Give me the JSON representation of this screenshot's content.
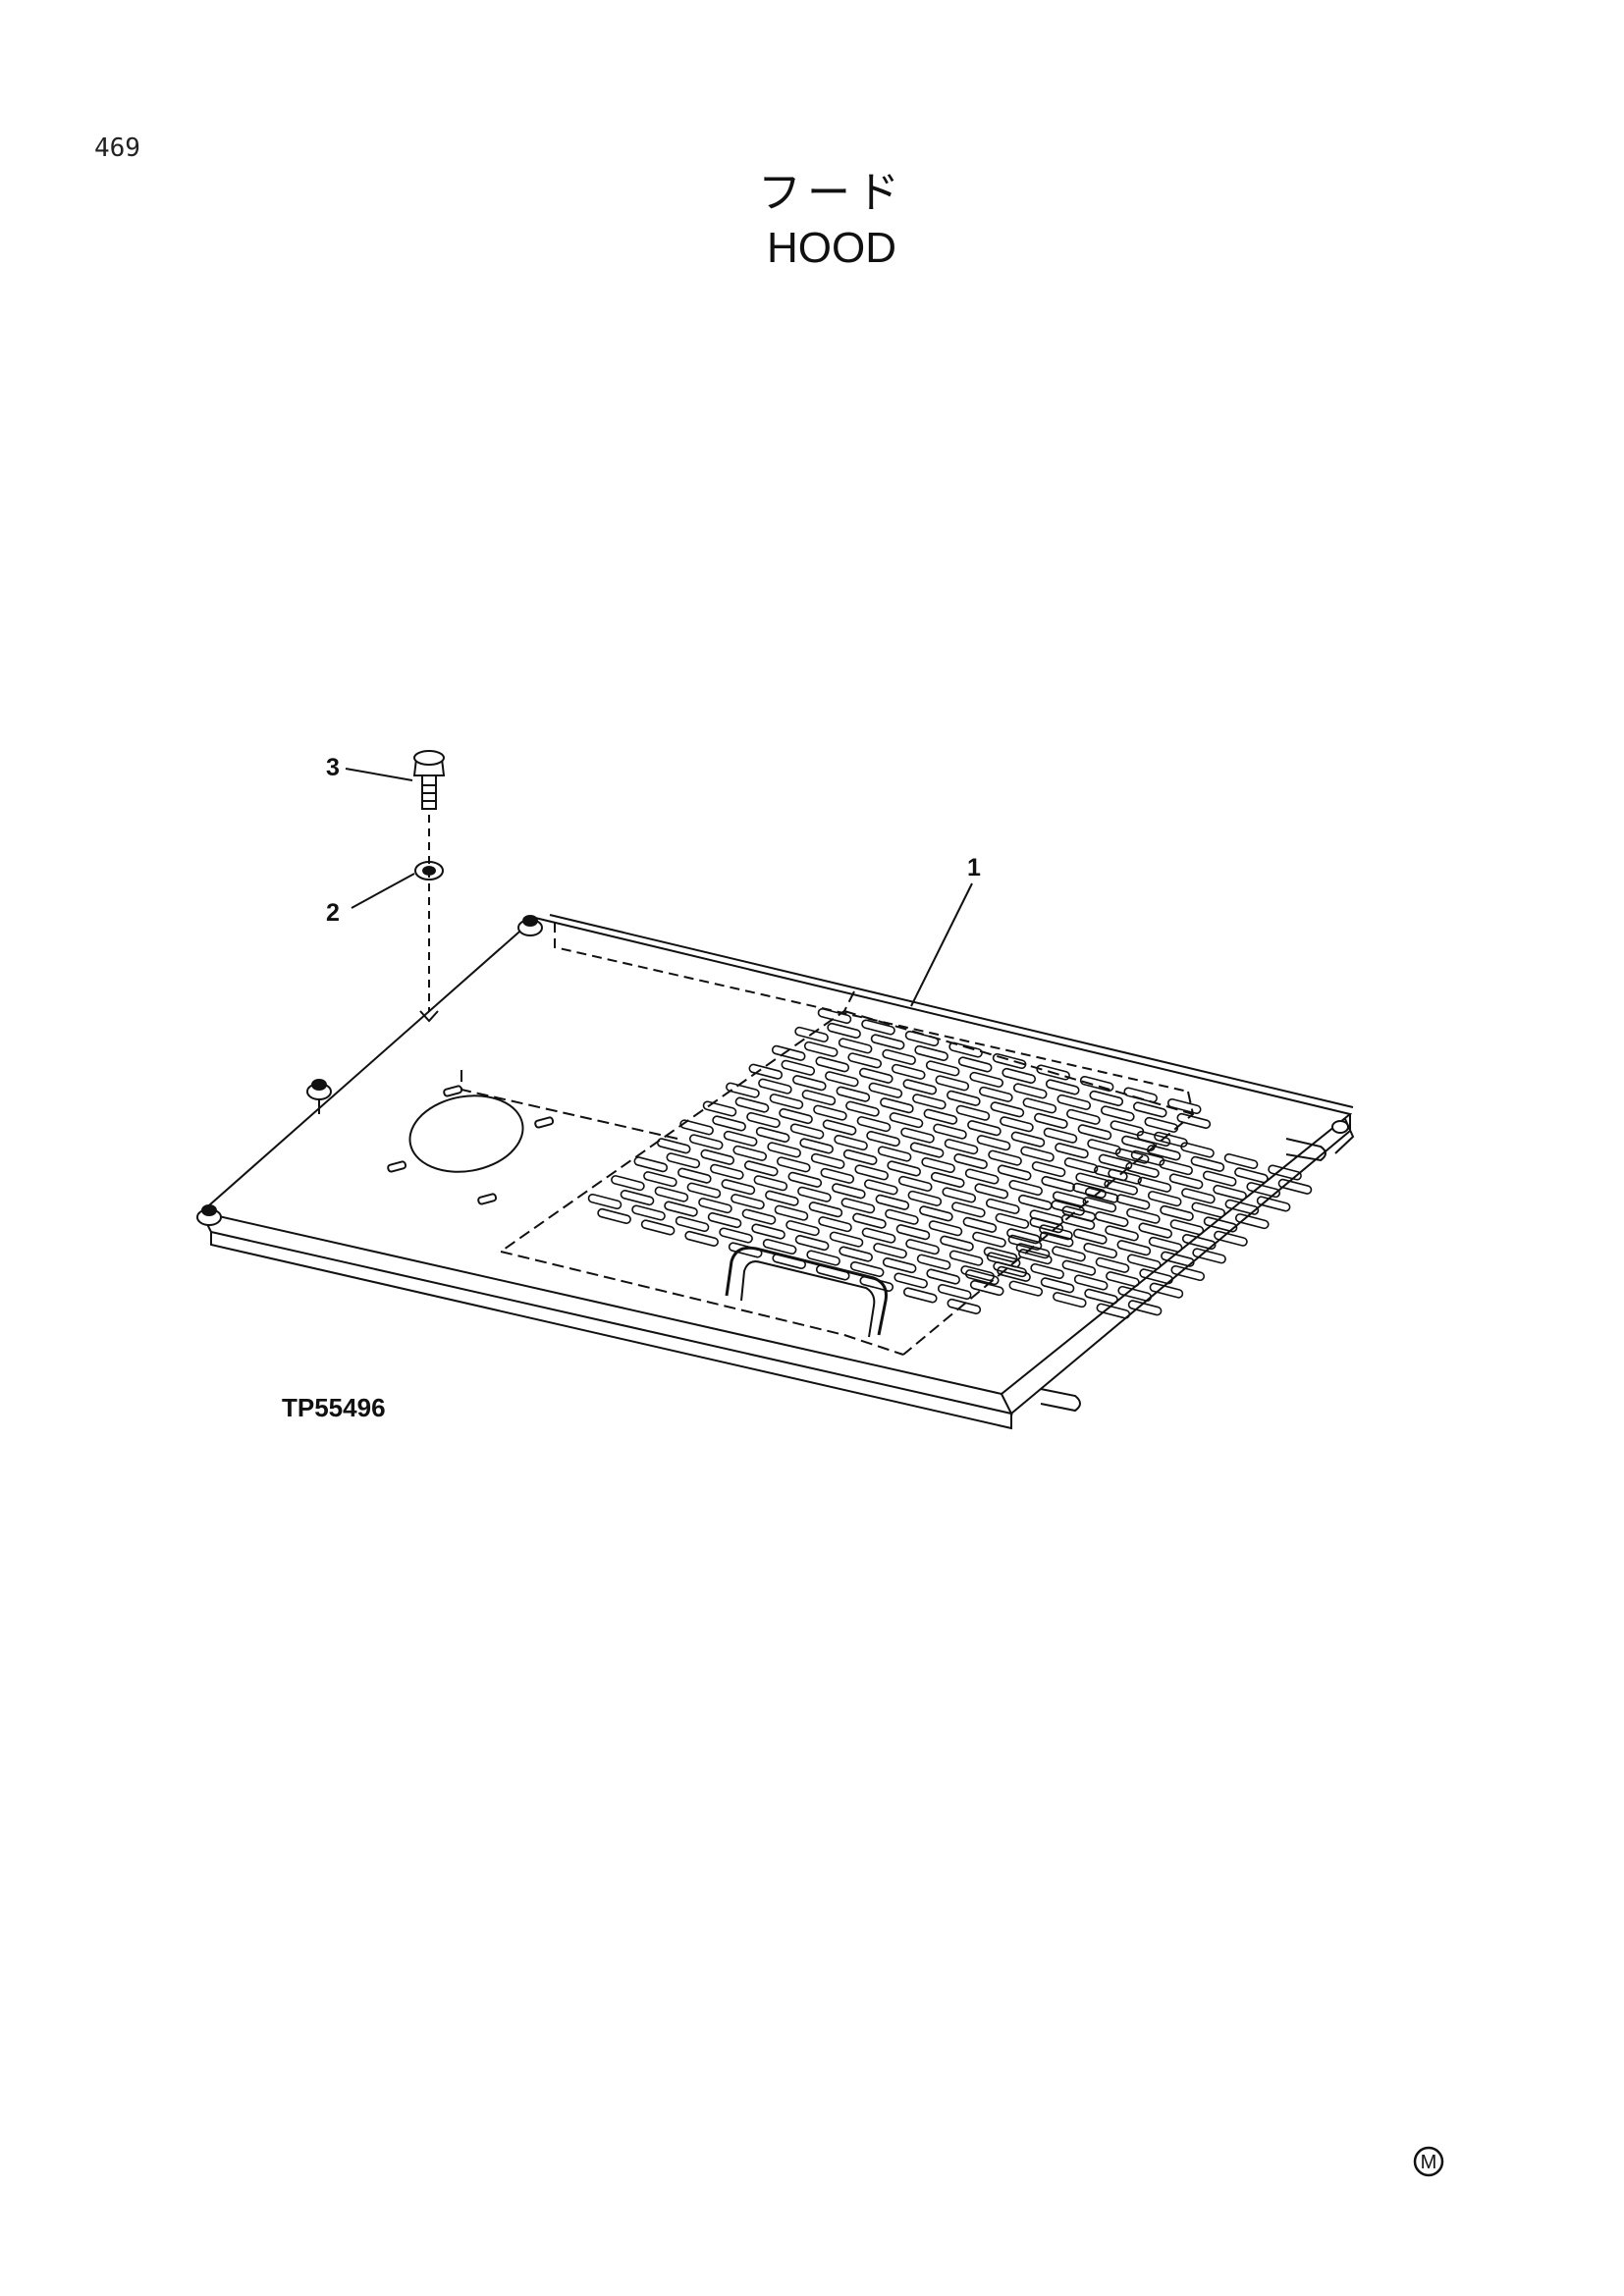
{
  "page": {
    "number": "469"
  },
  "title": {
    "japanese": "フード",
    "english": "HOOD"
  },
  "callouts": [
    {
      "id": "1",
      "part": "hood-panel"
    },
    {
      "id": "2",
      "part": "washer"
    },
    {
      "id": "3",
      "part": "bolt"
    }
  ],
  "figure_id": "TP55496",
  "footer_mark": "M"
}
